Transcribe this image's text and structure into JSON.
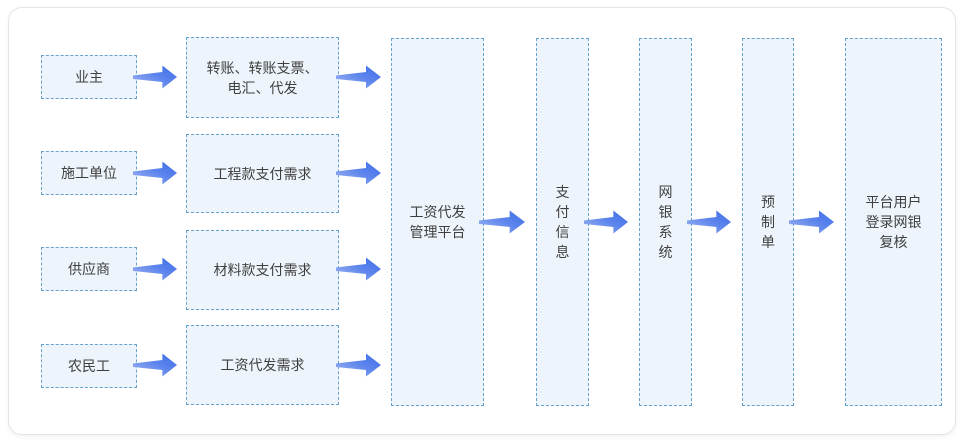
{
  "diagram": {
    "sources": [
      {
        "label": "业主"
      },
      {
        "label": "施工单位"
      },
      {
        "label": "供应商"
      },
      {
        "label": "农民工"
      }
    ],
    "requests": {
      "transfer_methods": {
        "lines": [
          "转账、转账支票、",
          "电汇、代发"
        ]
      },
      "project_payment": {
        "label": "工程款支付需求"
      },
      "material_payment": {
        "label": "材料款支付需求"
      },
      "wage_payment": {
        "label": "工资代发需求"
      }
    },
    "wage_platform": {
      "lines": [
        "工资代发",
        "管理平台"
      ]
    },
    "payment_info": {
      "chars": [
        "支",
        "付",
        "信",
        "息"
      ]
    },
    "ebank_system": {
      "chars": [
        "网",
        "银",
        "系",
        "统"
      ]
    },
    "precreated_order": {
      "chars": [
        "预",
        "制",
        "单"
      ]
    },
    "platform_review": {
      "lines": [
        "平台用户",
        "登录网银",
        "复核"
      ]
    }
  },
  "colors": {
    "node_fill": "#edf4fb",
    "node_border": "#68a2cc",
    "text": "#3f3f3f",
    "arrow_tail": "#a5baf2",
    "arrow_head": "#3f6fe6",
    "panel_border": "#e4e4e6"
  }
}
